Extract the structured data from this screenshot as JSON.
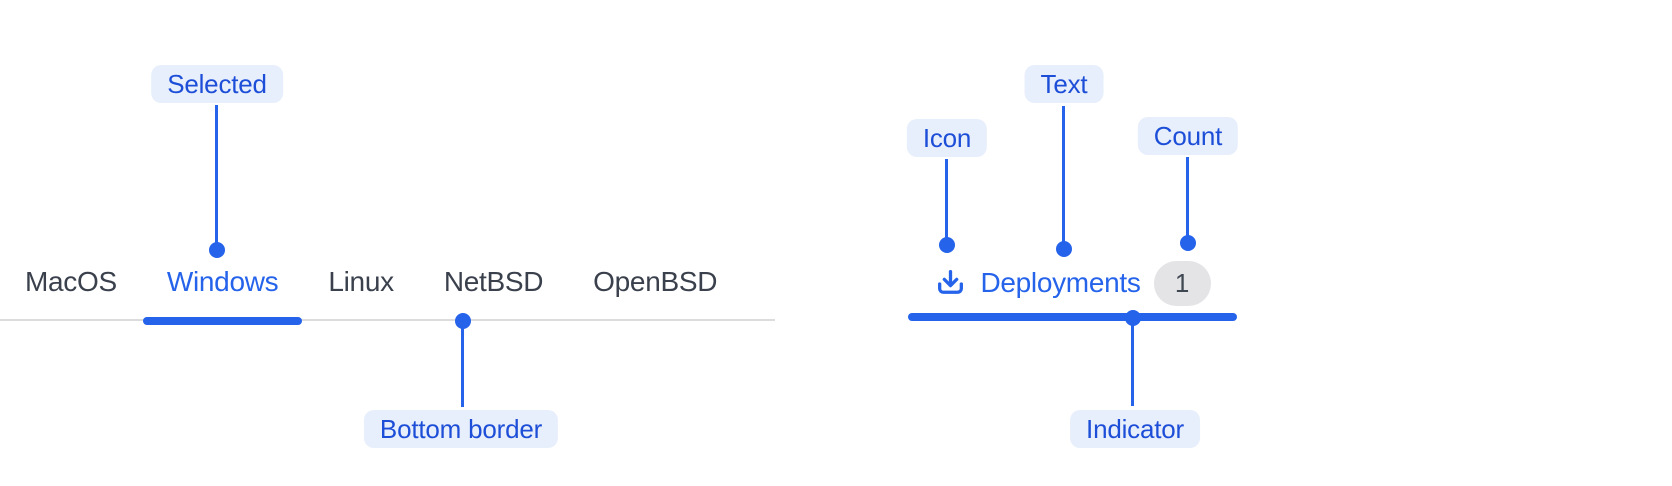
{
  "colors": {
    "accent": "#2563eb",
    "label_text": "#1d4ed8",
    "label_bg": "#e8effc",
    "tab_text": "#3a414d",
    "border": "#dcdcde",
    "badge_bg": "#e4e4e7",
    "badge_text": "#3f4753"
  },
  "left_tabs": {
    "items": [
      {
        "label": "MacOS",
        "selected": false
      },
      {
        "label": "Windows",
        "selected": true
      },
      {
        "label": "Linux",
        "selected": false
      },
      {
        "label": "NetBSD",
        "selected": false
      },
      {
        "label": "OpenBSD",
        "selected": false
      }
    ],
    "annotations": {
      "selected": "Selected",
      "bottom_border": "Bottom border"
    }
  },
  "right_tab": {
    "icon": "download-icon",
    "label": "Deployments",
    "count": "1",
    "annotations": {
      "icon": "Icon",
      "text": "Text",
      "count": "Count",
      "indicator": "Indicator"
    }
  }
}
